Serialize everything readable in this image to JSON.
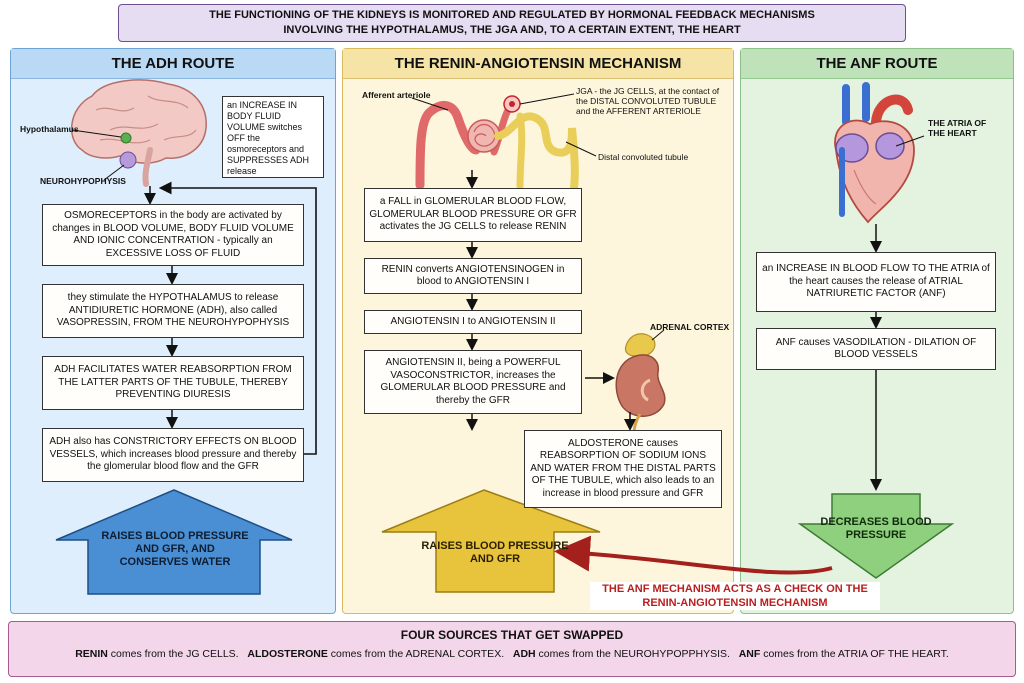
{
  "header": {
    "line1": "THE FUNCTIONING OF THE KIDNEYS IS MONITORED AND REGULATED BY HORMONAL FEEDBACK MECHANISMS",
    "line2": "INVOLVING THE HYPOTHALAMUS, THE JGA AND, TO A CERTAIN EXTENT, THE HEART"
  },
  "adh": {
    "title": "THE ADH ROUTE",
    "label_hypothalamus": "Hypothalamus",
    "label_neuro": "NEUROHYPOPHYSIS",
    "note": "an INCREASE IN BODY FLUID VOLUME switches OFF the osmoreceptors and SUPPRESSES ADH release",
    "box1": "OSMORECEPTORS in the body are activated by changes in BLOOD VOLUME, BODY FLUID VOLUME AND IONIC CONCENTRATION - typically an EXCESSIVE LOSS OF FLUID",
    "box2": "they stimulate the HYPOTHALAMUS to release ANTIDIURETIC HORMONE (ADH), also called VASOPRESSIN, FROM THE NEUROHYPOPHYSIS",
    "box3": "ADH FACILITATES WATER REABSORPTION FROM THE LATTER PARTS OF THE TUBULE, THEREBY PREVENTING DIURESIS",
    "box4": "ADH also has CONSTRICTORY EFFECTS ON BLOOD VESSELS, which increases blood pressure and thereby the glomerular blood flow and the GFR",
    "result": "RAISES BLOOD PRESSURE AND GFR, AND CONSERVES WATER"
  },
  "ras": {
    "title": "THE RENIN-ANGIOTENSIN MECHANISM",
    "label_afferent": "Afferent arteriole",
    "label_jga": "JGA - the JG CELLS, at the contact of the DISTAL CONVOLUTED TUBULE and the AFFERENT ARTERIOLE",
    "label_distal": "Distal convoluted tubule",
    "label_adrenal": "ADRENAL CORTEX",
    "box1": "a FALL in GLOMERULAR BLOOD FLOW, GLOMERULAR BLOOD PRESSURE OR GFR activates the JG CELLS to release RENIN",
    "box2": "RENIN converts ANGIOTENSINOGEN in blood to ANGIOTENSIN I",
    "box3": "ANGIOTENSIN I to ANGIOTENSIN II",
    "box4": "ANGIOTENSIN II, being a POWERFUL VASOCONSTRICTOR, increases the GLOMERULAR BLOOD PRESSURE and thereby the GFR",
    "box5": "ALDOSTERONE causes REABSORPTION OF SODIUM IONS AND WATER FROM THE DISTAL PARTS OF THE TUBULE, which also leads to an increase in blood pressure and GFR",
    "result": "RAISES BLOOD PRESSURE AND GFR"
  },
  "anf": {
    "title": "THE ANF ROUTE",
    "label_atria": "THE ATRIA OF THE HEART",
    "box1": "an INCREASE IN BLOOD FLOW TO THE ATRIA of the heart causes the release of ATRIAL NATRIURETIC FACTOR (ANF)",
    "box2": "ANF causes VASODILATION - DILATION OF BLOOD VESSELS",
    "result": "DECREASES BLOOD PRESSURE",
    "check": "THE ANF MECHANISM ACTS AS A CHECK ON THE RENIN-ANGIOTENSIN MECHANISM"
  },
  "footer": {
    "title": "FOUR SOURCES THAT GET SWAPPED",
    "s1_key": "RENIN",
    "s1_text": " comes from the JG CELLS.",
    "s2_key": "ALDOSTERONE",
    "s2_text": " comes from the ADRENAL CORTEX.",
    "s3_key": "ADH",
    "s3_text": " comes from the NEUROHYPOPPHYSIS.",
    "s4_key": "ANF",
    "s4_text": " comes from the ATRIA OF THE HEART."
  },
  "colors": {
    "adh_arrow": "#4a8fd4",
    "ras_arrow": "#e8c33c",
    "anf_arrow": "#8fd07f",
    "check_arrow": "#a3201c"
  }
}
